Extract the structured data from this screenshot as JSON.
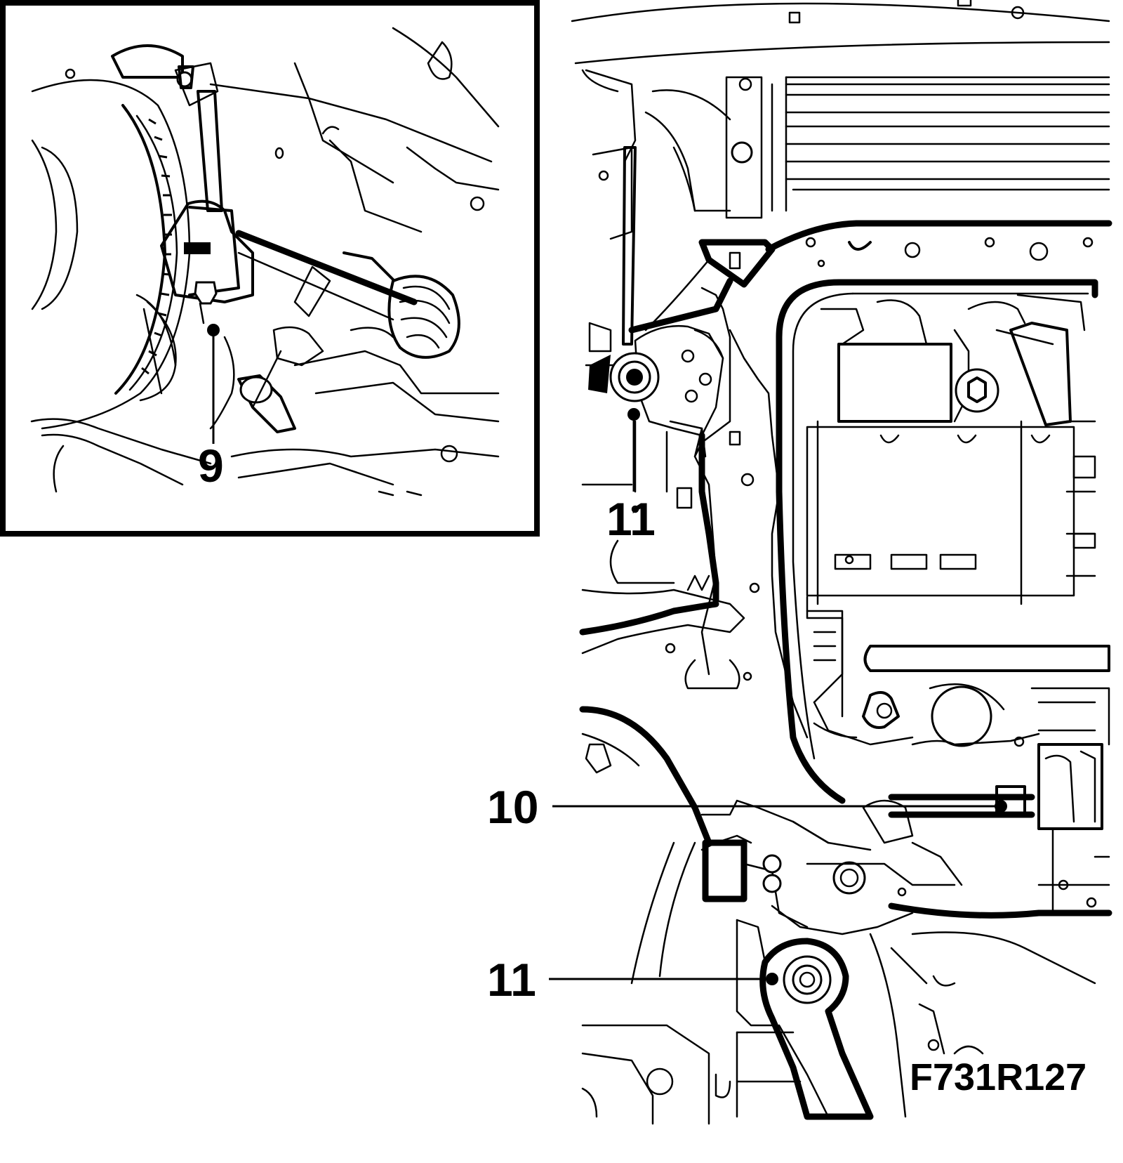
{
  "callouts": [
    {
      "id": "callout-9",
      "label": "9"
    },
    {
      "id": "callout-11-top",
      "label": "11"
    },
    {
      "id": "callout-10",
      "label": "10"
    },
    {
      "id": "callout-11-bottom",
      "label": "11"
    }
  ],
  "figure_code": "F731R127"
}
